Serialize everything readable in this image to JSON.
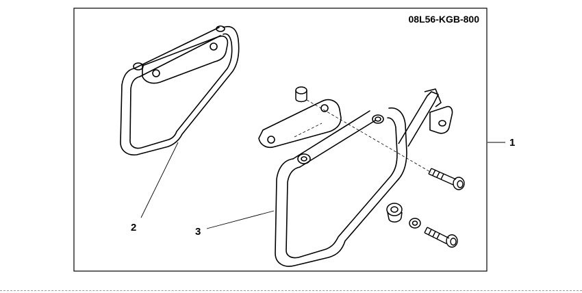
{
  "part_number": "08L56-KGB-800",
  "callouts": [
    {
      "id": "1",
      "label": "1"
    },
    {
      "id": "2",
      "label": "2"
    },
    {
      "id": "3",
      "label": "3"
    }
  ]
}
